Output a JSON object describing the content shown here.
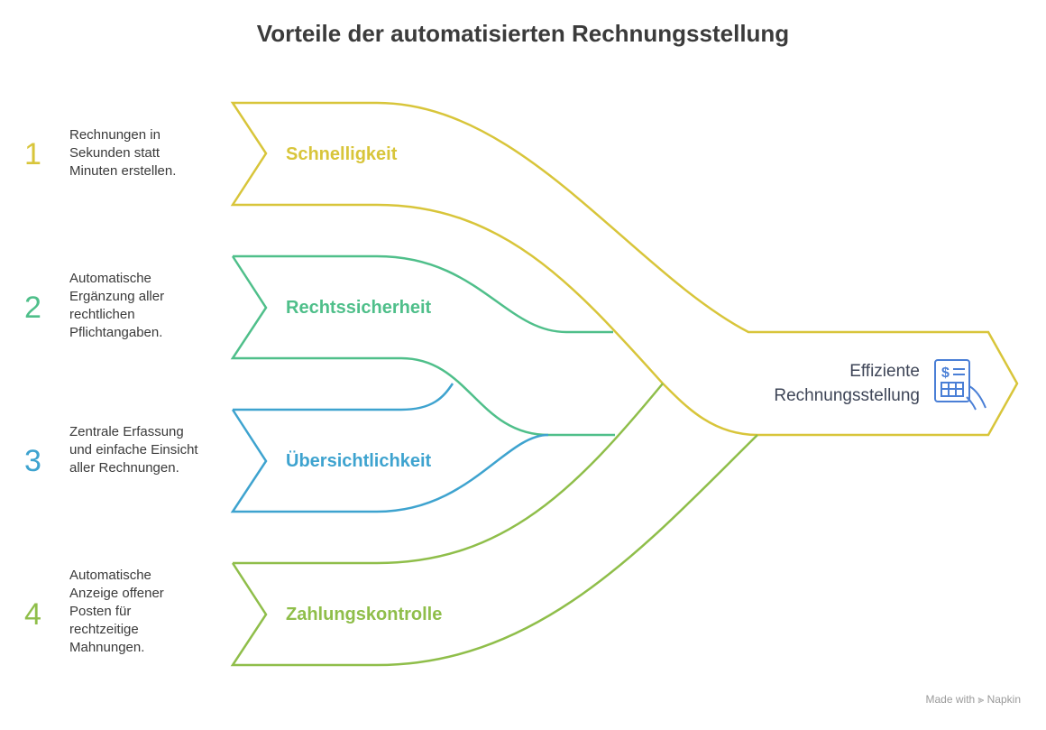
{
  "title": "Vorteile der automatisierten Rechnungsstellung",
  "items": [
    {
      "number": "1",
      "label": "Schnelligkeit",
      "description": "Rechnungen in Sekunden statt Minuten erstellen.",
      "color": "#d8c53a"
    },
    {
      "number": "2",
      "label": "Rechtssicherheit",
      "description": "Automatische Ergänzung aller rechtlichen Pflichtangaben.",
      "color": "#4fbf8a"
    },
    {
      "number": "3",
      "label": "Übersichtlichkeit",
      "description": "Zentrale Erfassung und einfache Einsicht aller Rechnungen.",
      "color": "#3ea3cf"
    },
    {
      "number": "4",
      "label": "Zahlungskontrolle",
      "description": "Automatische Anzeige offener Posten für rechtzeitige Mahnungen.",
      "color": "#8fbe4a"
    }
  ],
  "outcome": {
    "line1": "Effiziente",
    "line2": "Rechnungsstellung",
    "icon": "invoice-hand-icon",
    "icon_color": "#4a7fd6"
  },
  "footer": "Made with ⫸ Napkin"
}
